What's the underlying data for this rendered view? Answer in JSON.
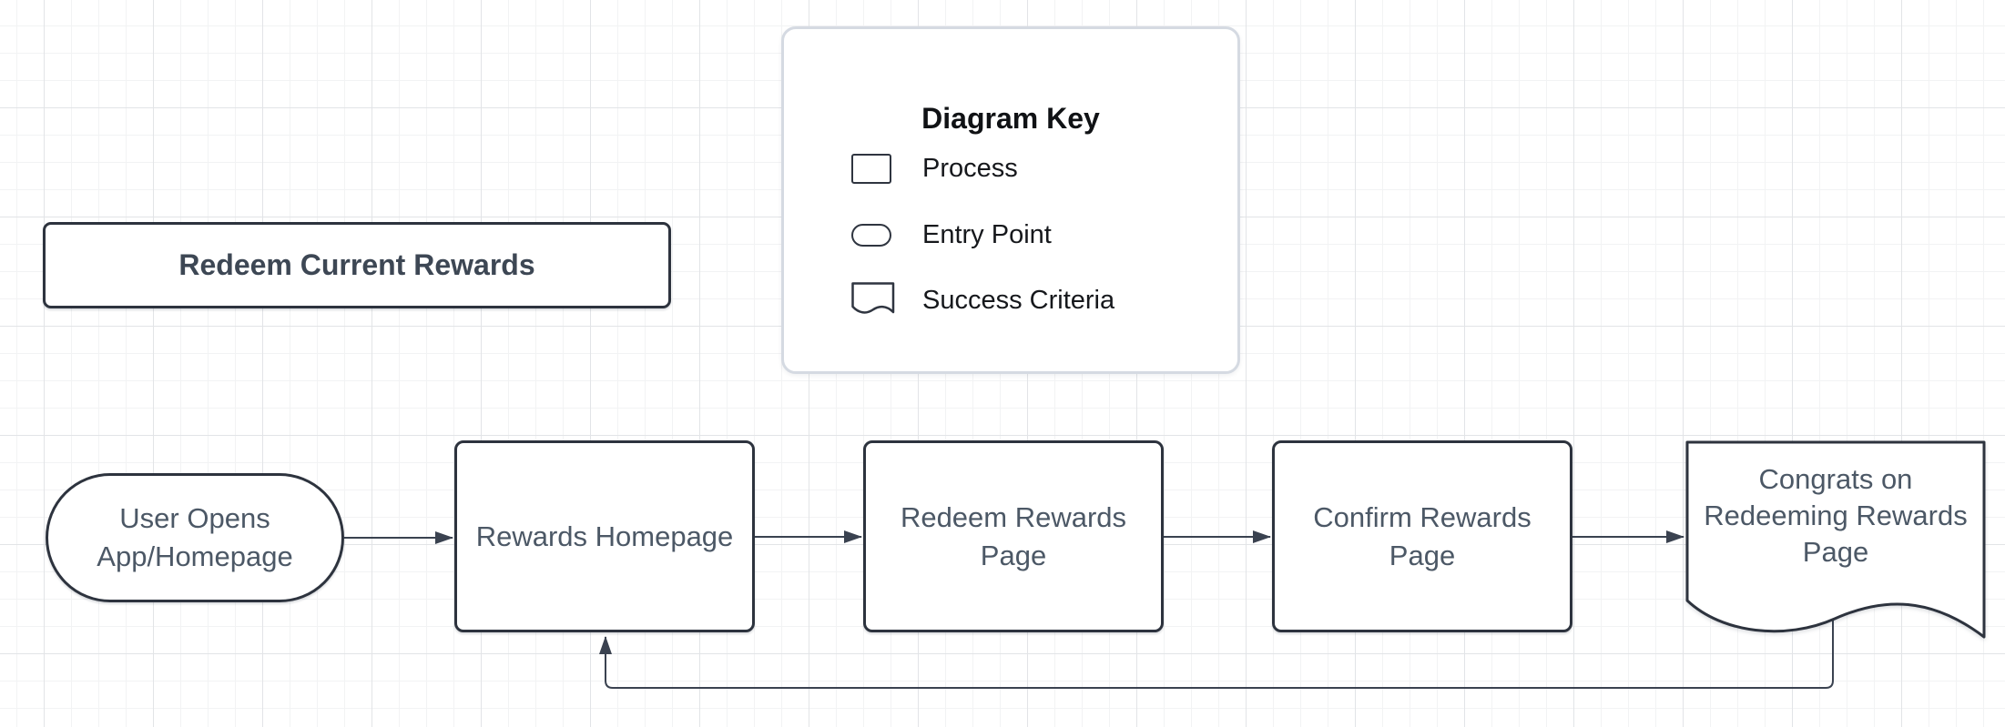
{
  "canvas": {
    "background": "#ffffff",
    "grid_minor_color": "#f2f3f4",
    "grid_major_color": "#e2e4e7",
    "shape_border_color": "#2d333e",
    "shape_text_color": "#4c5866",
    "connector_color": "#3a4250"
  },
  "title_box": {
    "label": "Redeem Current Rewards"
  },
  "diagram_key": {
    "title": "Diagram Key",
    "items": [
      {
        "icon": "process-rectangle-icon",
        "label": "Process"
      },
      {
        "icon": "entry-point-stadium-icon",
        "label": "Entry Point"
      },
      {
        "icon": "success-criteria-document-icon",
        "label": "Success Criteria"
      }
    ]
  },
  "flow": {
    "nodes": [
      {
        "type": "entry_point",
        "label": "User Opens\nApp/Homepage"
      },
      {
        "type": "process",
        "label": "Rewards Homepage"
      },
      {
        "type": "process",
        "label": "Redeem Rewards\nPage"
      },
      {
        "type": "process",
        "label": "Confirm Rewards\nPage"
      },
      {
        "type": "success_criteria",
        "label": "Congrats on\nRedeeming Rewards\nPage"
      }
    ],
    "connections": [
      {
        "from": "User Opens App/Homepage",
        "to": "Rewards Homepage"
      },
      {
        "from": "Rewards Homepage",
        "to": "Redeem Rewards Page"
      },
      {
        "from": "Redeem Rewards Page",
        "to": "Confirm Rewards Page"
      },
      {
        "from": "Confirm Rewards Page",
        "to": "Congrats on Redeeming Rewards Page"
      },
      {
        "from": "Congrats on Redeeming Rewards Page",
        "to": "Rewards Homepage"
      }
    ]
  }
}
